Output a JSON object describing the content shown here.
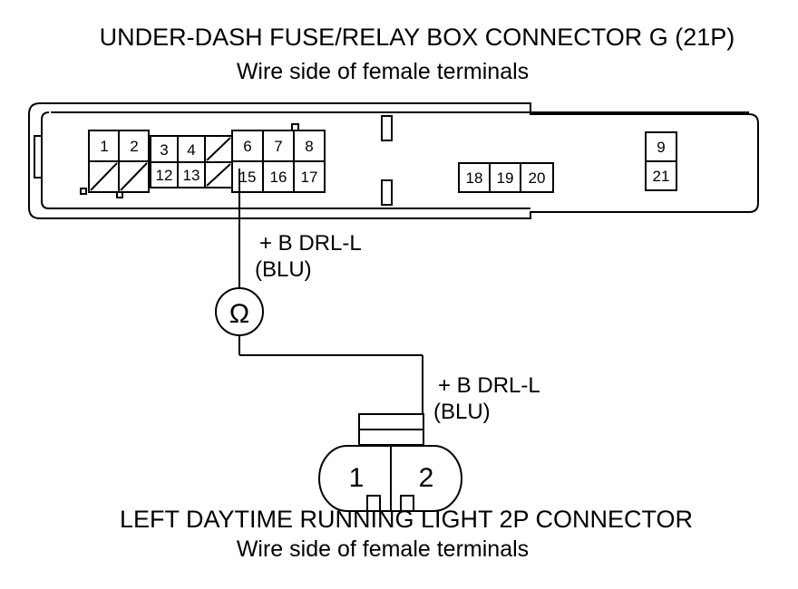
{
  "top_connector": {
    "title": "UNDER-DASH FUSE/RELAY BOX CONNECTOR G (21P)",
    "subtitle": "Wire side of female terminals",
    "pins": [
      "1",
      "2",
      "3",
      "4",
      "6",
      "7",
      "8",
      "12",
      "13",
      "15",
      "16",
      "17",
      "18",
      "19",
      "20",
      "9",
      "21"
    ]
  },
  "wire_label_1": {
    "line1": "+ B DRL-L",
    "line2": "(BLU)"
  },
  "ohmmeter": {
    "symbol": "Ω",
    "icon": "ohmmeter-icon"
  },
  "wire_label_2": {
    "line1": "+ B DRL-L",
    "line2": "(BLU)"
  },
  "bottom_connector": {
    "title": "LEFT DAYTIME RUNNING LIGHT 2P CONNECTOR",
    "subtitle": "Wire side of female terminals",
    "pins": [
      "1",
      "2"
    ]
  }
}
